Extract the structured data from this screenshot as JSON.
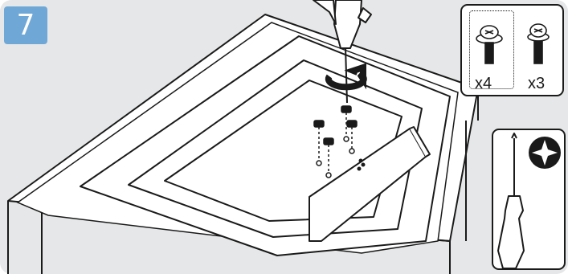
{
  "step": {
    "number": "7",
    "color": "#6fa8d6"
  },
  "parts": {
    "screw_a": {
      "icon": "flanged-screw-icon",
      "quantity": "x4",
      "selected": true
    },
    "screw_b": {
      "icon": "washer-screw-icon",
      "quantity": "x3",
      "selected": false
    }
  },
  "tool": {
    "icon": "phillips-screwdriver-icon",
    "head": "phillips-head-icon"
  },
  "illustration": {
    "icon": "tv-stand-assembly-illustration"
  }
}
